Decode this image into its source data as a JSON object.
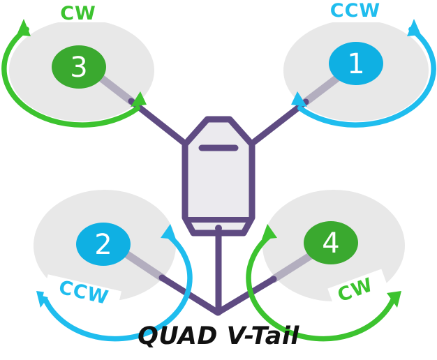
{
  "title": "QUAD V-Tail",
  "colors": {
    "frame": "#5f4b82",
    "arm": "#b3aebf",
    "disc": "#e8e8e8",
    "cw": "#3cc32f",
    "ccw": "#1fbdee",
    "body_fill": "#ebeaee"
  },
  "motors": [
    {
      "number": "3",
      "direction": "CW"
    },
    {
      "number": "1",
      "direction": "CCW"
    },
    {
      "number": "2",
      "direction": "CCW"
    },
    {
      "number": "4",
      "direction": "CW"
    }
  ]
}
